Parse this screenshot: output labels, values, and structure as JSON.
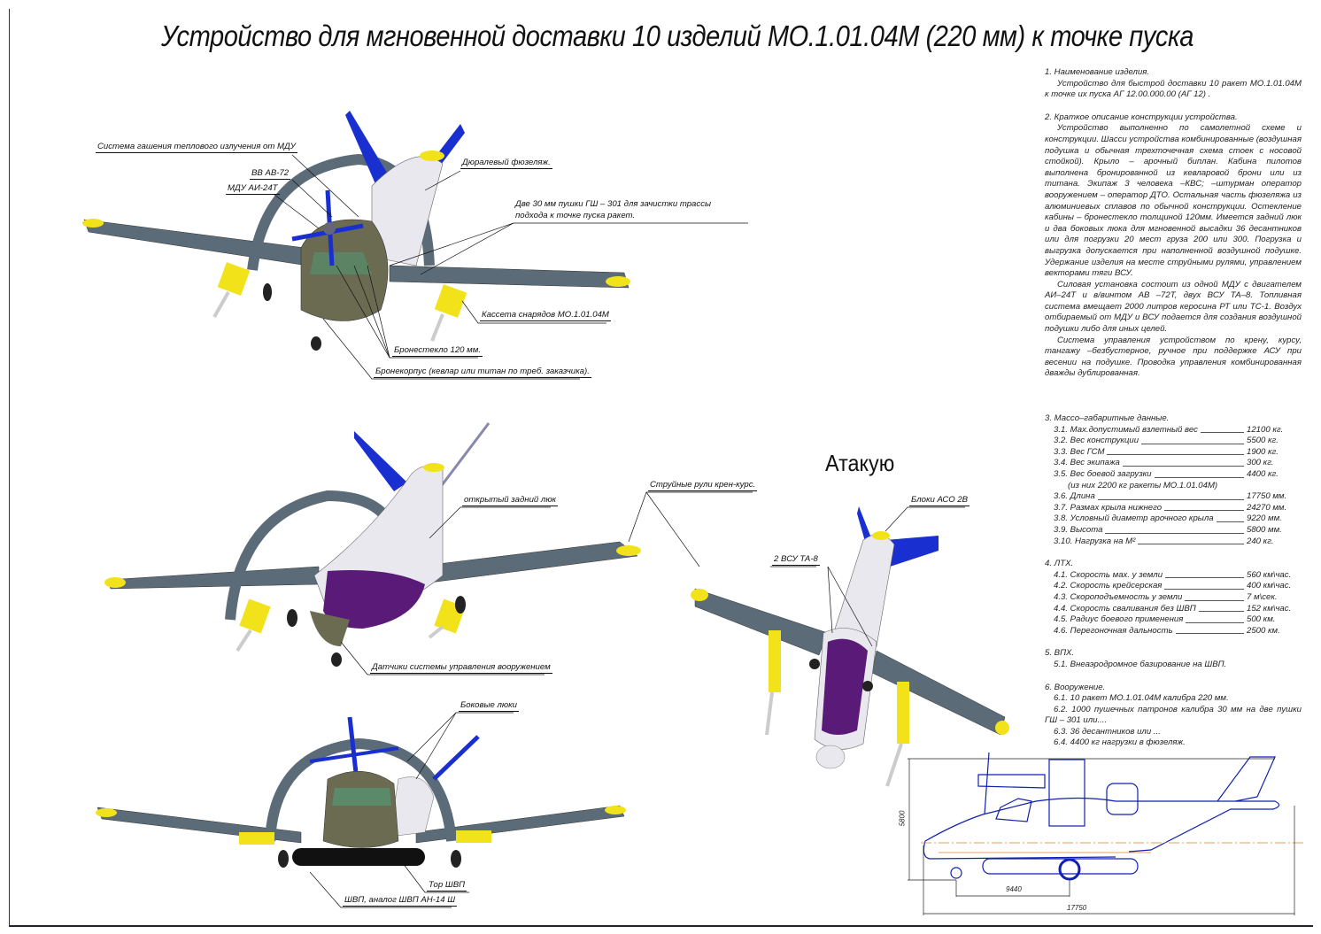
{
  "title": "Устройство для мгновенной доставки 10 изделий МО.1.01.04М (220 мм) к точке пуска",
  "attack_label": "Атакую",
  "spec": {
    "s1_head": "1. Наименование изделия.",
    "s1_text": "Устройство для быстрой доставки 10 ракет МО.1.01.04М к точке их пуска АГ 12.00.000.00 (АГ 12) .",
    "s2_head": "2. Краткое описание конструкции устройства.",
    "s2_p1": "Устройство выполненно по самолетной схеме и конструкции. Шасси устройства комбинированные (воздушная подушка и обычная трехточечная схема стоек с носовой стойкой). Крыло – арочный биплан. Кабина пилотов выполнена бронированной из кевларовой брони или из титана. Экипаж 3 человека –КВС; –штурман оператор вооружением – оператор ДТО. Остальная часть фюзеляжа из алюминиевых сплавов по обычной конструкции. Остекление кабины – бронестекло толщиной 120мм. Имеется задний люк и два боковых люка для мгновенной высадки 36 десантников или для погрузки 20 мест груза 200 или 300. Погрузка и выгрузка допускается при наполненной воздушной подушке. Удержание изделия на месте струйными рулями, управлением векторами тяги ВСУ.",
    "s2_p2": "Силовая установка состоит из одной МДУ с двигателем АИ–24Т и в/винтом АВ –72Т, двух ВСУ ТА–8. Топливная система вмещает 2000 литров керосина РТ или ТС-1. Воздух отбираемый от МДУ и ВСУ подается для создания воздушной подушки либо для иных целей.",
    "s2_p3": "Система управления устройством по крену, курсу, тангажу –безбустерное, ручное при поддержке АСУ при весении на подушке. Проводка управления комбинированная дважды дублированная.",
    "s3_head": "3. Массо–габаритные данные.",
    "s3_rows": [
      {
        "label": "3.1. Мах.допустимый взлетный вес",
        "value": "12100 кг."
      },
      {
        "label": "3.2. Вес конструкции",
        "value": "5500 кг."
      },
      {
        "label": "3.3. Вес ГСМ",
        "value": "1900 кг."
      },
      {
        "label": "3.4. Вес экипажа",
        "value": "300 кг."
      },
      {
        "label": "3.5. Вес боевой загрузки",
        "value": "4400 кг."
      }
    ],
    "s3_note": "(из них 2200 кг ракеты МО.1.01.04М)",
    "s3_rows2": [
      {
        "label": "3.6. Длина",
        "value": "17750 мм."
      },
      {
        "label": "3.7. Размах крыла нижнего",
        "value": "24270 мм."
      },
      {
        "label": "3.8. Условный диаметр арочного крыла",
        "value": "9220 мм."
      },
      {
        "label": "3.9. Высота",
        "value": "5800 мм."
      },
      {
        "label": "3.10. Нагрузка на М²",
        "value": "240 кг."
      }
    ],
    "s4_head": "4. ЛТХ.",
    "s4_rows": [
      {
        "label": "4.1. Скорость мах. у земли",
        "value": "560 км\\час."
      },
      {
        "label": "4.2. Скорость крейсерская",
        "value": "400 км\\час."
      },
      {
        "label": "4.3. Скороподъемность у земли",
        "value": "7 м\\сек."
      },
      {
        "label": "4.4. Скорость сваливания без ШВП",
        "value": "152 км\\час."
      },
      {
        "label": "4.5. Радиус боевого применения",
        "value": "500 км."
      },
      {
        "label": "4.6. Перегоночная дальность",
        "value": "2500 км."
      }
    ],
    "s5_head": "5. ВПХ.",
    "s5_1": "5.1. Внеаэродромное базирование на ШВП.",
    "s6_head": "6. Вооружение.",
    "s6_1": "6.1. 10 ракет МО.1.01.04М калибра 220 мм.",
    "s6_2": "6.2. 1000 пушечных патронов калибра 30 мм на две пушки ГШ – 301 или....",
    "s6_3": "6.3. 36 десантников или ...",
    "s6_4": "6.4. 4400 кг нагрузки в фюзеляж."
  },
  "callouts": {
    "thermal": "Система гашения теплового излучения от МДУ",
    "prop": "ВВ АВ-72",
    "engine": "МДУ АИ-24Т",
    "fuselage": "Дюралевый фюзеляж.",
    "guns": "Две 30 мм пушки ГШ – 301 для зачистки трассы подхода к точке пуска ракет.",
    "cassette": "Кассета снарядов МО.1.01.04М",
    "glass": "Бронестекло 120 мм.",
    "armor": "Бронекорпус (кевлар или титан по треб. заказчика).",
    "rear_hatch": "открытый задний люк",
    "jet_rudders": "Струйные рули крен-курс.",
    "sensors": "Датчики системы управления вооружением",
    "side_hatches": "Боковые люки",
    "tor": "Тор ШВП",
    "shvp": "ШВП, аналог ШВП АН-14 Ш",
    "aso": "Блоки АСО 2В",
    "apu": "2 ВСУ ТА-8"
  },
  "side_view": {
    "dim_height": "5800",
    "dim_wheelbase": "9440",
    "dim_length": "17750"
  },
  "colors": {
    "wing": "#5b6b78",
    "fuselage": "#6b6b52",
    "tail": "#e8e8ee",
    "blade": "#1a2fd0",
    "tip": "#f2e21a",
    "hatch": "#5a1a78",
    "line": "#1020b0",
    "axis": "#e08020"
  }
}
